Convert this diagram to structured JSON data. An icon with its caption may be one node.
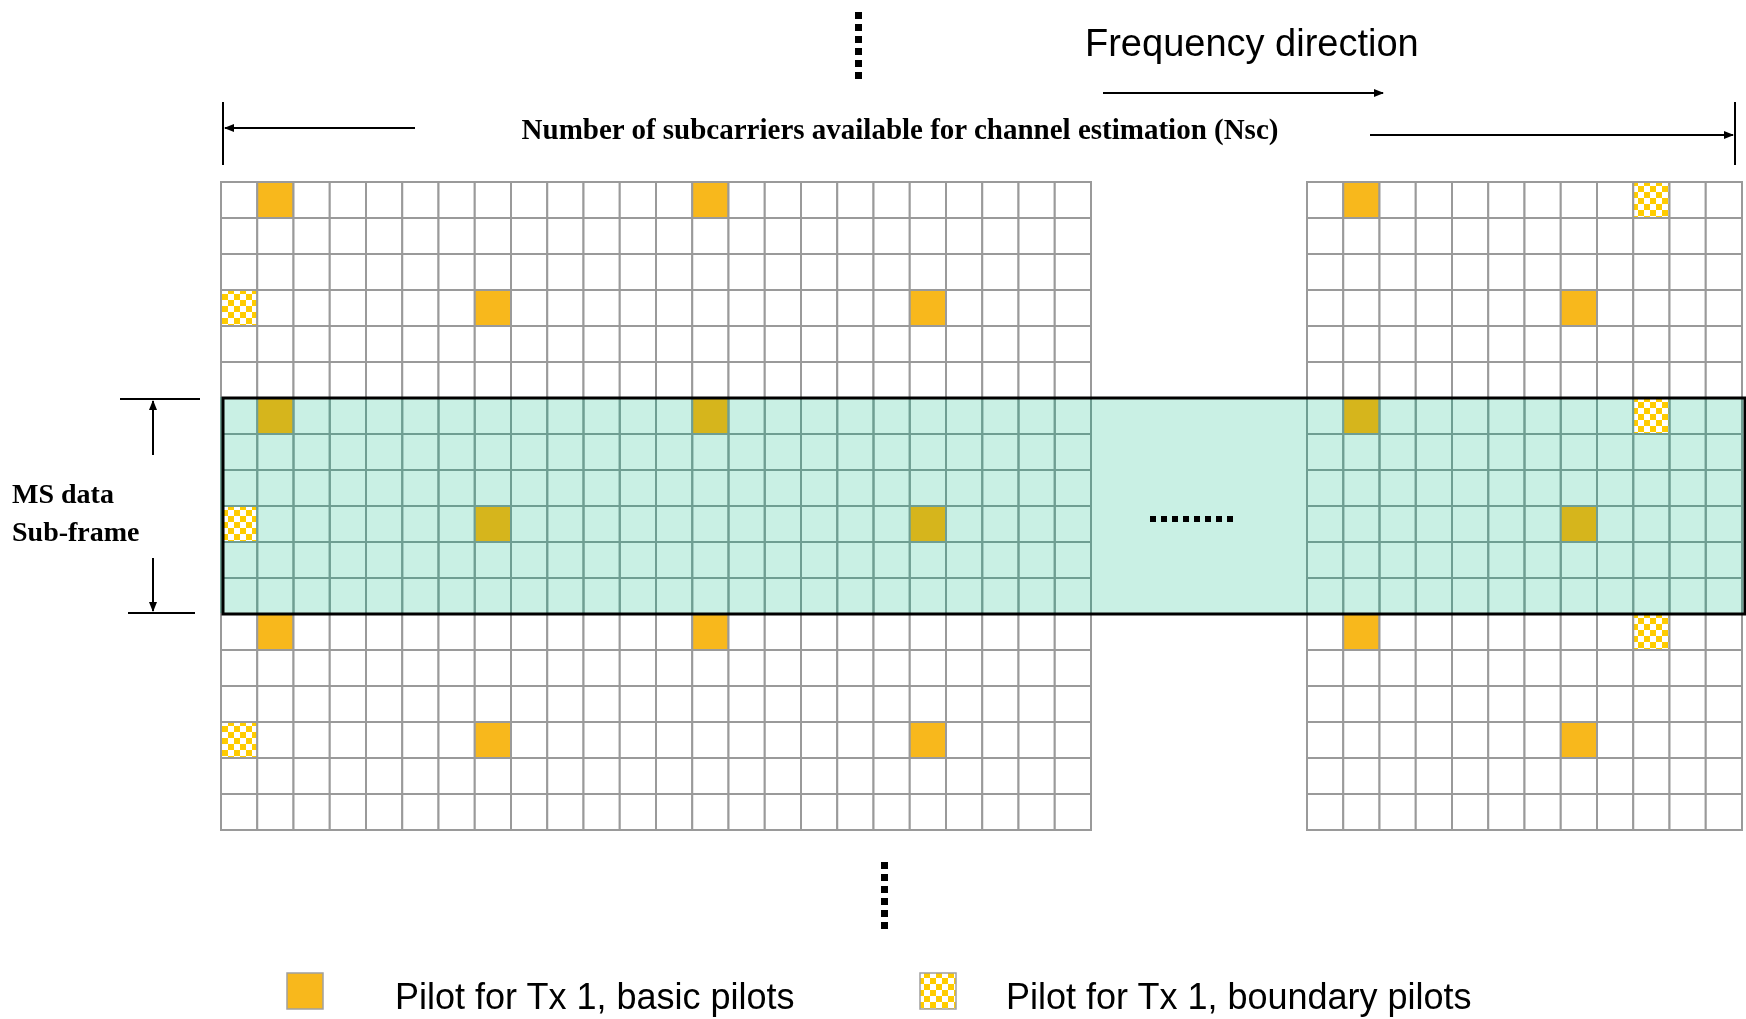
{
  "diagram": {
    "labels": [
      "Frequency direction",
      "Number of subcarriers available for channel estimation (Nsc)",
      "MS data Sub-frame"
    ],
    "legend": [
      {
        "text": "Pilot for Tx 1, basic pilots",
        "color": "#f8b81c"
      },
      {
        "text": "Pilot for Tx 1, boundary pilots"
      }
    ]
  }
}
